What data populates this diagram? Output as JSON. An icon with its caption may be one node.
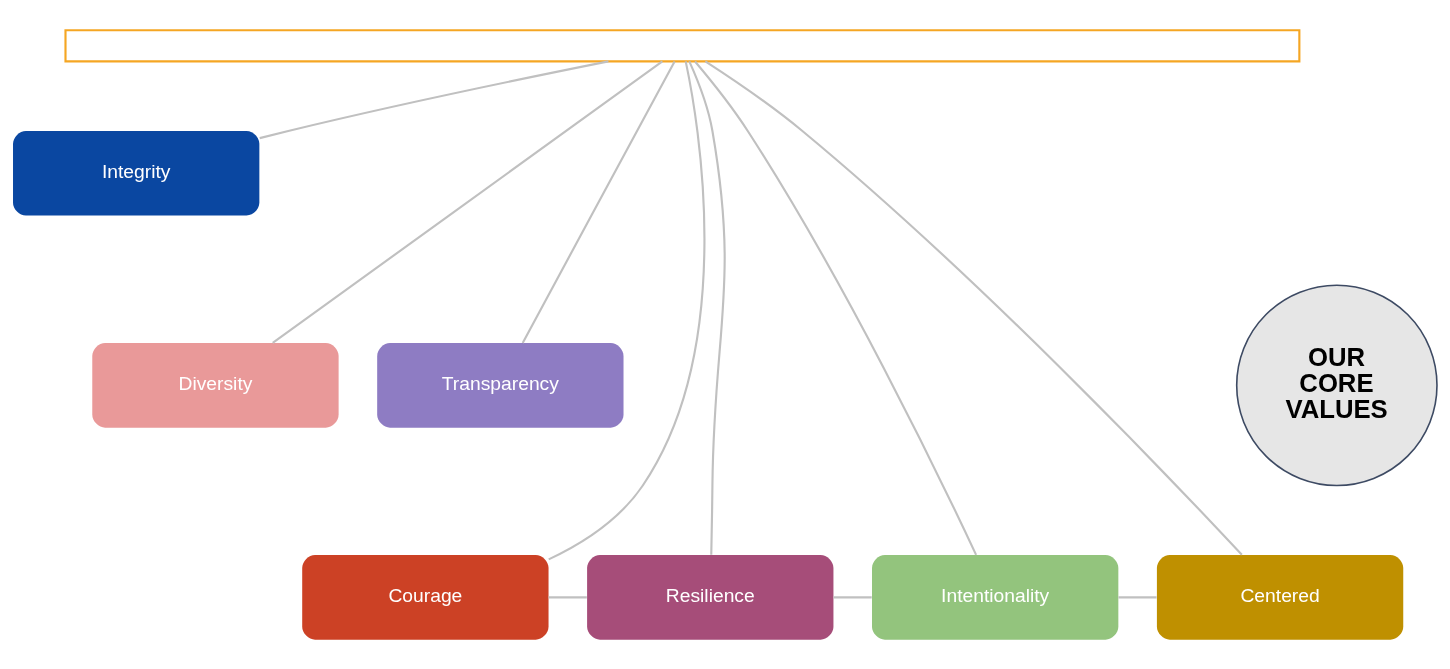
{
  "diagram": {
    "nodes": [
      {
        "text": [],
        "shape": "box"
      },
      {
        "text": [
          "Integrity"
        ]
      },
      {
        "text": [
          "Diversity"
        ]
      },
      {
        "text": [
          "OUR CORE VALUES"
        ]
      },
      {
        "text": [
          "Transparency"
        ]
      },
      {
        "text": [
          "Courage"
        ]
      },
      {
        "text": [
          "Resilience"
        ]
      },
      {
        "text": [
          "Intentionality"
        ]
      },
      {
        "text": [
          "Centered"
        ]
      }
    ],
    "edges": [
      {
        "from": 0,
        "to": 5,
        "arrow": "none"
      },
      {
        "from": 0,
        "to": 2,
        "arrow": "none"
      },
      {
        "from": 0,
        "to": 6,
        "arrow": "none"
      },
      {
        "from": 0,
        "to": 1,
        "arrow": "none"
      },
      {
        "from": 0,
        "to": 7,
        "arrow": "none"
      },
      {
        "from": 0,
        "to": 4,
        "arrow": "none"
      },
      {
        "from": 0,
        "to": 8,
        "arrow": "none"
      },
      {
        "from": 5,
        "to": 6,
        "arrow": "none"
      },
      {
        "from": 6,
        "to": 7,
        "arrow": "none"
      },
      {
        "from": 7,
        "to": 8,
        "arrow": "none"
      }
    ]
  }
}
